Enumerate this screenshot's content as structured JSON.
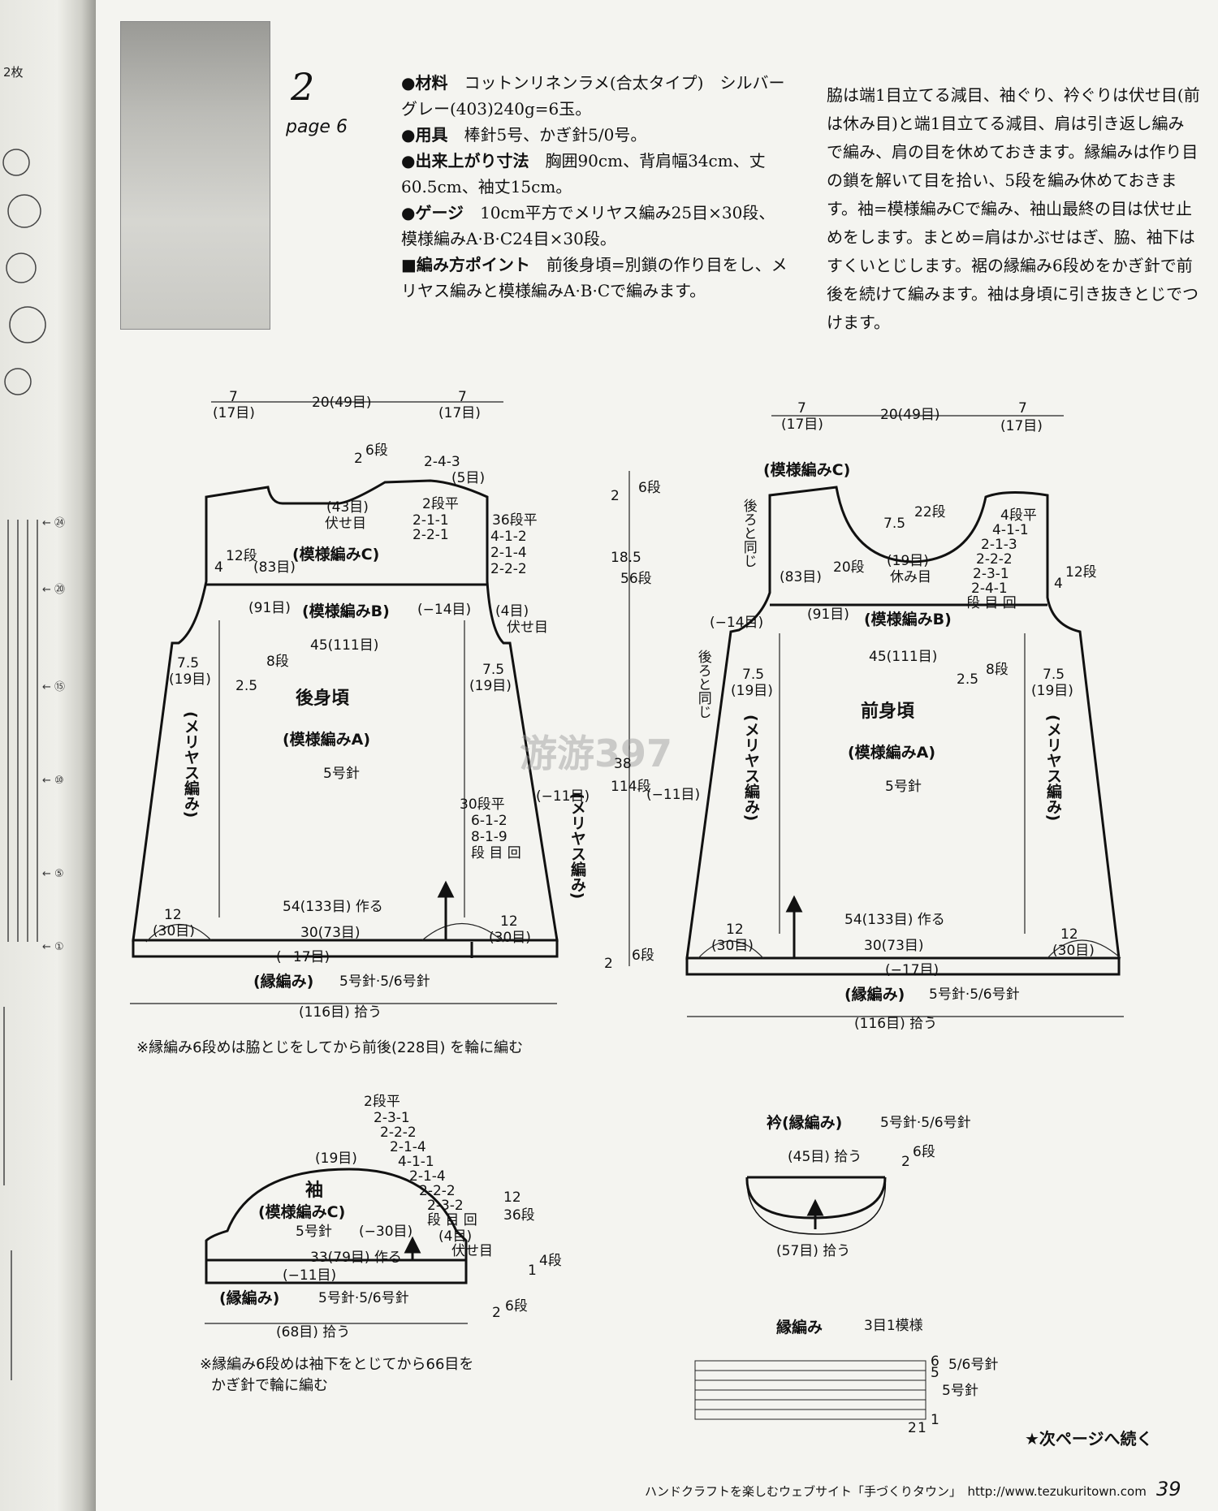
{
  "gutter": {
    "text_top": "2枚"
  },
  "model": {
    "number": "2",
    "page": "page 6"
  },
  "info": {
    "materials_label": "●材料",
    "materials": "コットンリネンラメ(合太タイプ)　シルバーグレー(403)240g=6玉。",
    "tools_label": "●用具",
    "tools": "棒針5号、かぎ針5/0号。",
    "size_label": "●出来上がり寸法",
    "size": "胸囲90cm、背肩幅34cm、丈60.5cm、袖丈15cm。",
    "gauge_label": "●ゲージ",
    "gauge": "10cm平方でメリヤス編み25目×30段、模様編みA·B·C24目×30段。",
    "point_label": "■編み方ポイント",
    "point": "前後身頃=別鎖の作り目をし、メリヤス編みと模様編みA·B·Cで編みます。"
  },
  "steps": "脇は端1目立てる減目、袖ぐり、衿ぐりは伏せ目(前は休み目)と端1目立てる減目、肩は引き返し編みで編み、肩の目を休めておきます。縁編みは作り目の鎖を解いて目を拾い、5段を編み休めておきます。袖=模様編みCで編み、袖山最終の目は伏せ止めをします。まとめ=肩はかぶせはぎ、脇、袖下はすくいとじします。裾の縁編み6段めをかぎ針で前後を続けて編みます。袖は身頃に引き抜きとじでつけます。",
  "back": {
    "shoulder_l": "7",
    "shoulder_l2": "(17目)",
    "neck": "20(49目)",
    "shoulder_r": "7",
    "shoulder_r2": "(17目)",
    "neck_depth": "2",
    "neck_depth2": "6段",
    "shoulder_dec": "2-4-3",
    "shoulder_dec2": "(5目)",
    "bind": "(43目)",
    "bind2": "伏せ目",
    "neck_dec": "2段平",
    "neck_dec2": "2-1-1",
    "neck_dec3": "2-2-1",
    "pattern_c": "(模様編みC)",
    "yoke_h": "4",
    "yoke_h2": "12段",
    "yoke_st": "(83目)",
    "arm_dec": "36段平",
    "arm_dec2": "4-1-2",
    "arm_dec3": "2-1-4",
    "arm_dec4": "2-2-2",
    "b_st": "(91目)",
    "pattern_b": "(模様編みB)",
    "minus14": "(−14目)",
    "arm_bind": "(4目)",
    "arm_bind2": "伏せ目",
    "width45": "45(111目)",
    "side_l": "7.5",
    "side_l2": "(19目)",
    "side_r": "7.5",
    "side_r2": "(19目)",
    "gap": "2.5",
    "gap2": "8段",
    "title": "後身頃",
    "pattern_a": "(模様編みA)",
    "needle": "5号針",
    "stockinette_l": "(メリヤス編み)",
    "minus11": "(−11目)",
    "side_dec": "30段平",
    "side_dec2": "6-1-2",
    "side_dec3": "8-1-9",
    "side_dec4": "段 目 回",
    "stockinette_r": "(メリヤス編み)",
    "cast": "54(133目) 作る",
    "hem_l": "12",
    "hem_l2": "(30目)",
    "center30": "30(73目)",
    "hem_r": "12",
    "hem_r2": "(30目)",
    "minus17": "(−17目)",
    "border": "(縁編み)",
    "border_needle": "5号針·5/6号針",
    "pickup": "(116目) 拾う"
  },
  "center": {
    "top": "2",
    "top2": "6段",
    "yoke": "18.5",
    "yoke2": "56段",
    "body": "38",
    "body2": "114段",
    "body3": "(−11目)",
    "bottom": "2",
    "bottom2": "6段"
  },
  "front": {
    "shoulder_l": "7",
    "shoulder_l2": "(17目)",
    "neck": "20(49目)",
    "shoulder_r": "7",
    "shoulder_r2": "(17目)",
    "pattern_c": "(模様編みC)",
    "same_back": "後ろと同じ",
    "neck_d": "7.5",
    "neck_d2": "22段",
    "neck_st": "(19目)",
    "neck_st2": "休み目",
    "neck_dec": "4段平",
    "neck_dec2": "4-1-1",
    "neck_dec3": "2-1-3",
    "neck_dec4": "2-2-2",
    "neck_dec5": "2-3-1",
    "neck_dec6": "2-4-1",
    "neck_dec7": "段 目 回",
    "st83": "(83目)",
    "r20": "20段",
    "yoke_h": "4",
    "yoke_h2": "12段",
    "minus14": "(−14目)",
    "st91": "(91目)",
    "pattern_b": "(模様編みB)",
    "width45": "45(111目)",
    "same_back2": "後ろと同じ",
    "side_l": "7.5",
    "side_l2": "(19目)",
    "gap": "2.5",
    "gap2": "8段",
    "side_r": "7.5",
    "side_r2": "(19目)",
    "title": "前身頃",
    "pattern_a": "(模様編みA)",
    "needle": "5号針",
    "stockinette_l": "(メリヤス編み)",
    "stockinette_r": "(メリヤス編み)",
    "cast": "54(133目) 作る",
    "hem_l": "12",
    "hem_l2": "(30目)",
    "center30": "30(73目)",
    "hem_r": "12",
    "hem_r2": "(30目)",
    "minus17": "(−17目)",
    "border": "(縁編み)",
    "border_needle": "5号針·5/6号針",
    "pickup": "(116目) 拾う"
  },
  "note1": "※縁編み6段めは脇とじをしてから前後(228目) を輪に編む",
  "sleeve": {
    "dec": "2段平",
    "dec2": "2-3-1",
    "dec3": "2-2-2",
    "dec4": "2-1-4",
    "dec5": "4-1-1",
    "dec6": "2-1-4",
    "dec7": "2-2-2",
    "dec8": "2-3-2",
    "dec9": "段 目 回",
    "top": "(19目)",
    "title": "袖",
    "pattern": "(模様編みC)",
    "needle": "5号針",
    "minus30": "(−30目)",
    "bind": "(4目)",
    "bind2": "伏せ目",
    "cast": "33(79目) 作る",
    "minus11": "(−11目)",
    "border": "(縁編み)",
    "border_needle": "5号針·5/6号針",
    "pickup": "(68目) 拾う",
    "h12": "12",
    "h12b": "36段",
    "h1": "1",
    "h1b": "4段",
    "h2": "2",
    "h2b": "6段"
  },
  "note2": "※縁編み6段めは袖下をとじてから66目を",
  "note2b": "かぎ針で輪に編む",
  "collar": {
    "title": "衿(縁編み)",
    "needle": "5号針·5/6号針",
    "top": "(45目) 拾う",
    "bottom": "(57目) 拾う",
    "h": "2",
    "h2": "6段"
  },
  "border_chart": {
    "title": "縁編み",
    "repeat": "3目1模様",
    "needle1": "5/6号針",
    "needle2": "5号針",
    "row6": "6",
    "row5": "5",
    "row1": "1",
    "col1": "1",
    "col2": "2"
  },
  "continue": "★次ページへ続く",
  "footer": "ハンドクラフトを楽しむウェブサイト「手づくりタウン」　http://www.tezukuritown.com",
  "page_number": "39",
  "watermark": "游游397"
}
